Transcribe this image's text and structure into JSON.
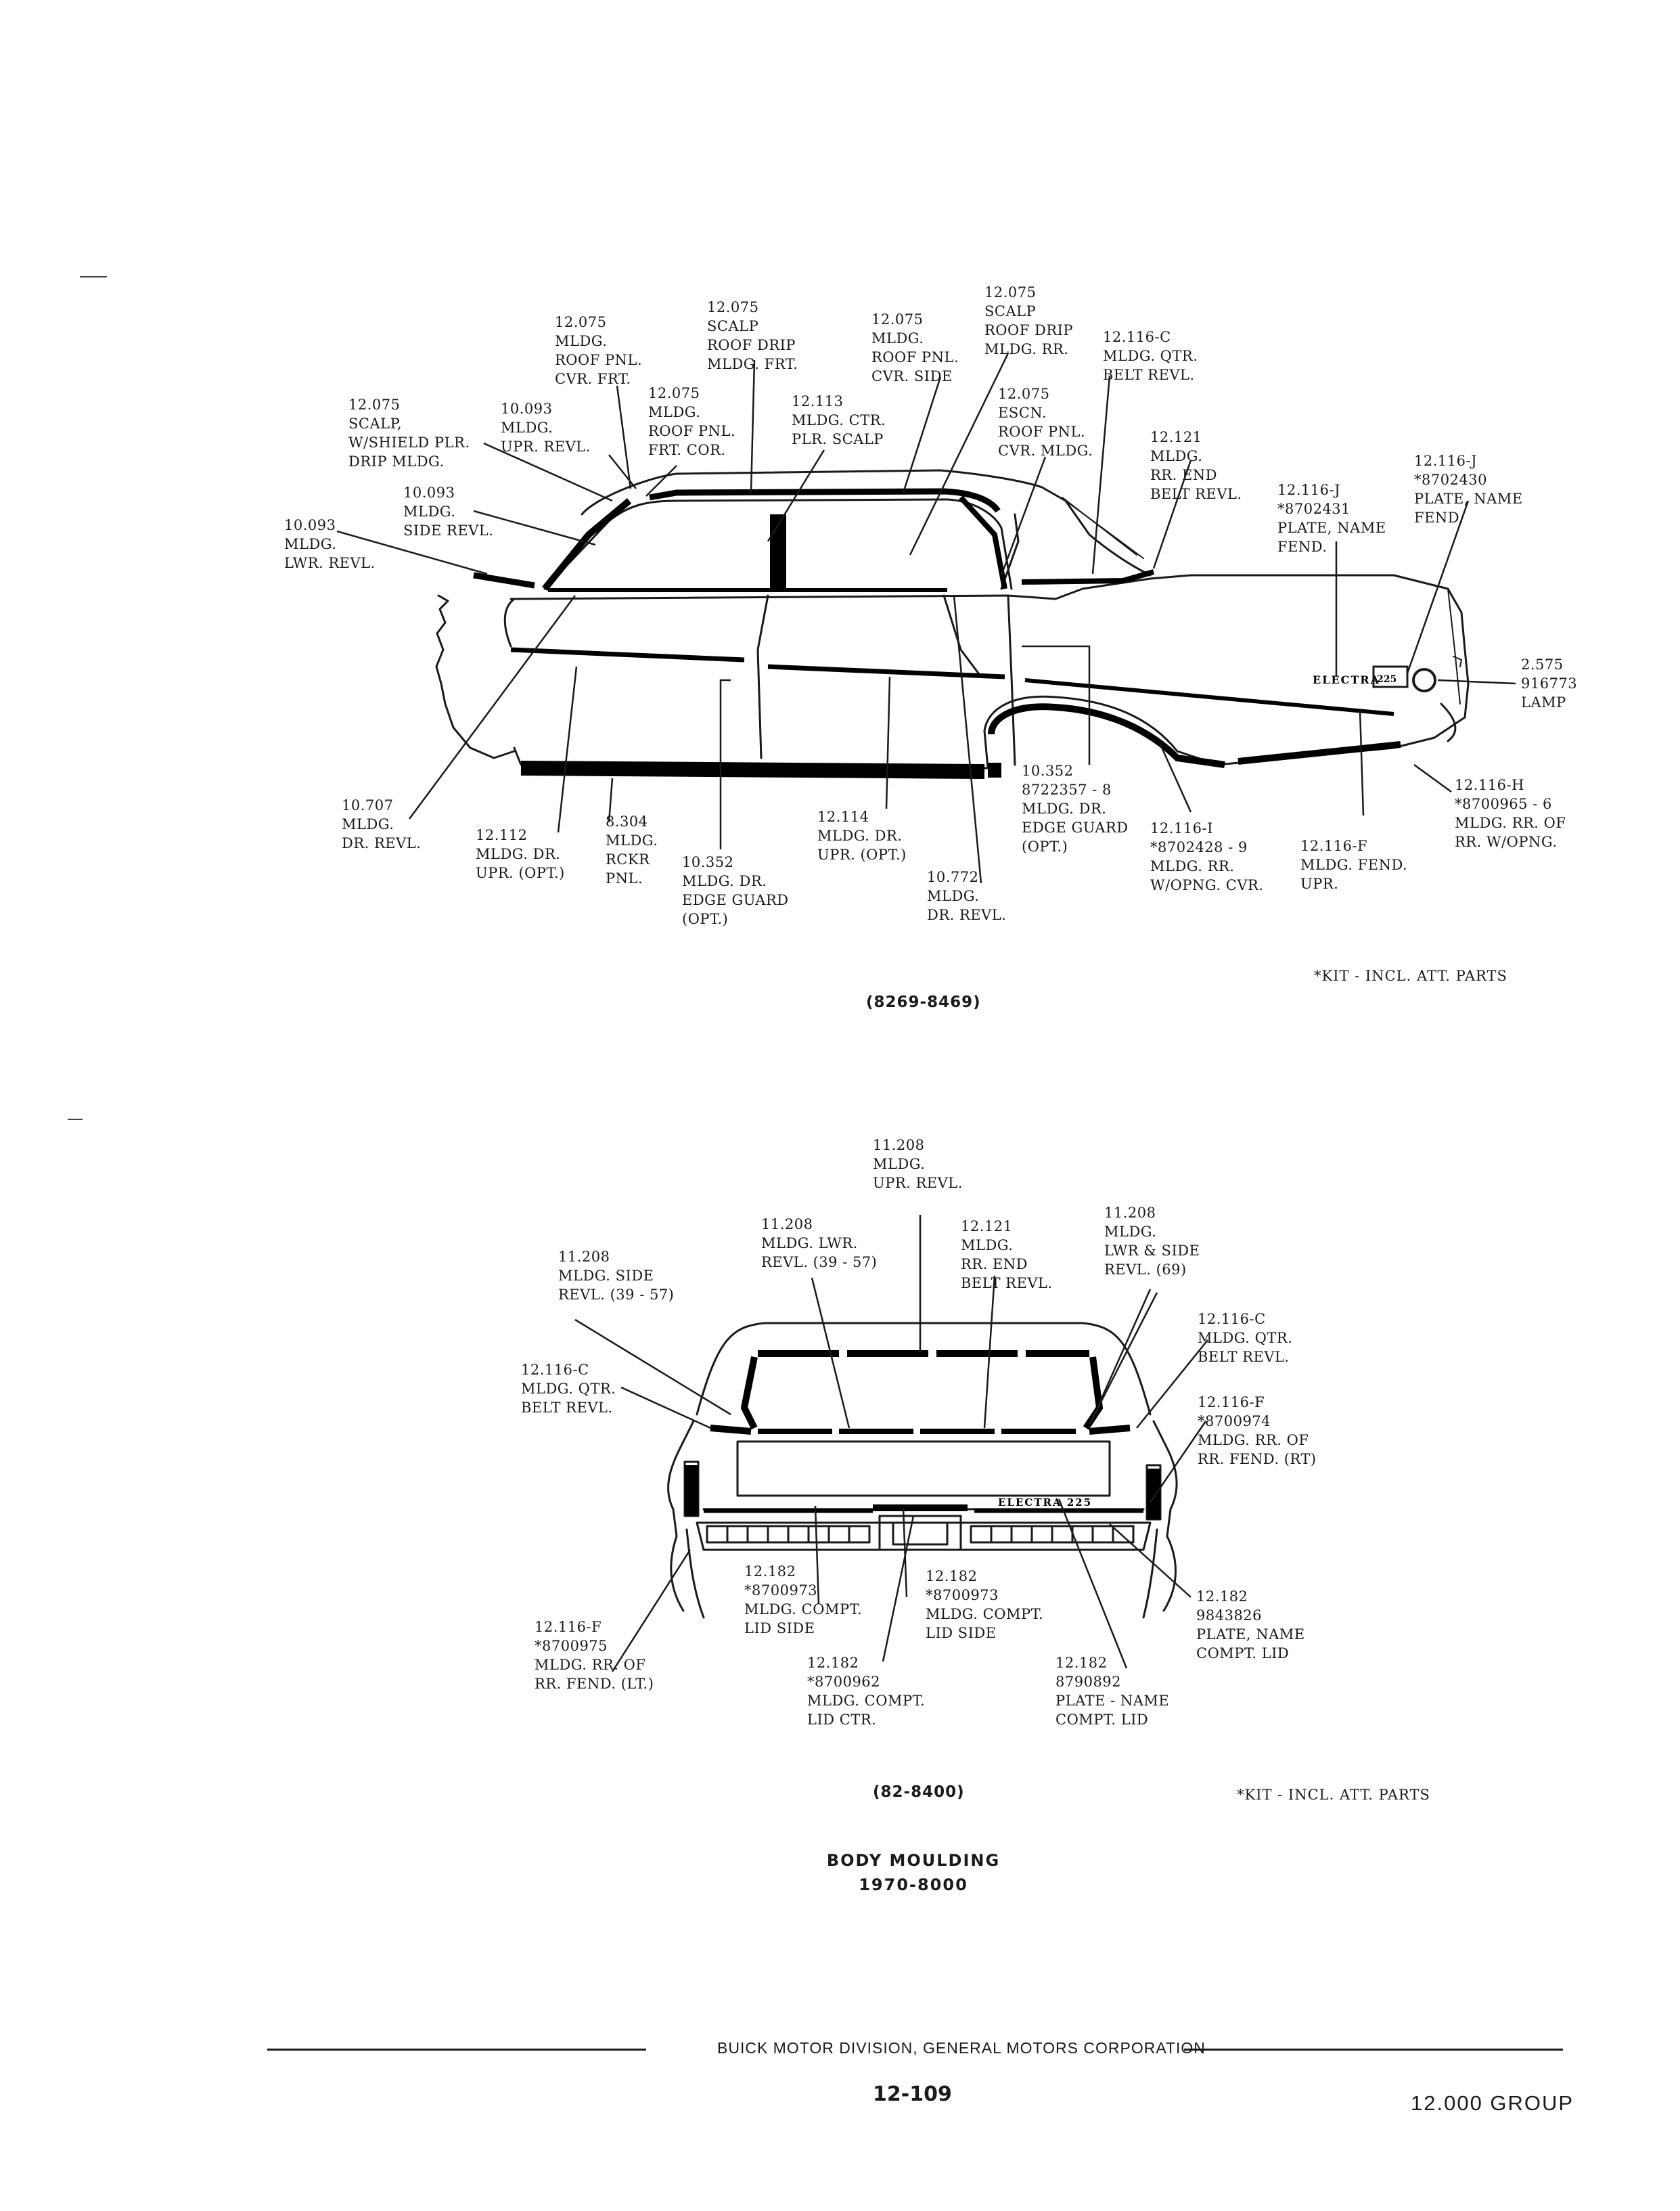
{
  "side_view": {
    "callouts": [
      {
        "id": "c1",
        "lines": [
          "12.075",
          "MLDG.",
          "ROOF PNL.",
          "CVR. FRT."
        ]
      },
      {
        "id": "c2",
        "lines": [
          "12.075",
          "SCALP",
          "ROOF DRIP",
          "MLDG. FRT."
        ]
      },
      {
        "id": "c3",
        "lines": [
          "12.075",
          "MLDG.",
          "ROOF PNL.",
          "CVR. SIDE"
        ]
      },
      {
        "id": "c4",
        "lines": [
          "12.075",
          "SCALP",
          "ROOF DRIP",
          "MLDG. RR."
        ]
      },
      {
        "id": "c5",
        "lines": [
          "12.116-C",
          "MLDG. QTR.",
          "BELT REVL."
        ]
      },
      {
        "id": "c6",
        "lines": [
          "12.075",
          "SCALP,",
          "W/SHIELD PLR.",
          "DRIP MLDG."
        ]
      },
      {
        "id": "c7",
        "lines": [
          "10.093",
          "MLDG.",
          "UPR. REVL."
        ]
      },
      {
        "id": "c8",
        "lines": [
          "12.075",
          "MLDG.",
          "ROOF PNL.",
          "FRT. COR."
        ]
      },
      {
        "id": "c9",
        "lines": [
          "12.113",
          "MLDG. CTR.",
          "PLR. SCALP"
        ]
      },
      {
        "id": "c10",
        "lines": [
          "12.075",
          "ESCN.",
          "ROOF PNL.",
          "CVR. MLDG."
        ]
      },
      {
        "id": "c11",
        "lines": [
          "12.121",
          "MLDG.",
          "RR. END",
          "BELT REVL."
        ]
      },
      {
        "id": "c12",
        "lines": [
          "12.116-J",
          "*8702431",
          "PLATE, NAME",
          "FEND."
        ]
      },
      {
        "id": "c13",
        "lines": [
          "12.116-J",
          "*8702430",
          "PLATE, NAME",
          "FEND."
        ]
      },
      {
        "id": "c14",
        "lines": [
          "10.093",
          "MLDG.",
          "SIDE REVL."
        ]
      },
      {
        "id": "c15",
        "lines": [
          "10.093",
          "MLDG.",
          "LWR. REVL."
        ]
      },
      {
        "id": "c16",
        "lines": [
          "2.575",
          "916773",
          "LAMP"
        ]
      },
      {
        "id": "c17",
        "lines": [
          "10.707",
          "MLDG.",
          "DR. REVL."
        ]
      },
      {
        "id": "c18",
        "lines": [
          "12.112",
          "MLDG. DR.",
          "UPR. (OPT.)"
        ]
      },
      {
        "id": "c19",
        "lines": [
          "8.304",
          "MLDG.",
          "RCKR",
          "PNL."
        ]
      },
      {
        "id": "c20",
        "lines": [
          "10.352",
          "MLDG. DR.",
          "EDGE GUARD",
          "(OPT.)"
        ]
      },
      {
        "id": "c21",
        "lines": [
          "12.114",
          "MLDG. DR.",
          "UPR. (OPT.)"
        ]
      },
      {
        "id": "c22",
        "lines": [
          "10.772",
          "MLDG.",
          "DR. REVL."
        ]
      },
      {
        "id": "c23",
        "lines": [
          "10.352",
          "8722357 - 8",
          "MLDG. DR.",
          "EDGE GUARD",
          "(OPT.)"
        ]
      },
      {
        "id": "c24",
        "lines": [
          "12.116-I",
          "*8702428 - 9",
          "MLDG. RR.",
          "W/OPNG. CVR."
        ]
      },
      {
        "id": "c25",
        "lines": [
          "12.116-F",
          "MLDG. FEND.",
          "UPR."
        ]
      },
      {
        "id": "c26",
        "lines": [
          "12.116-H",
          "*8700965 - 6",
          "MLDG. RR. OF",
          "RR. W/OPNG."
        ]
      }
    ],
    "nameplate": "ELECTRA 225",
    "kit_note": "*KIT - INCL. ATT. PARTS",
    "caption": "(8269-8469)"
  },
  "rear_view": {
    "callouts": [
      {
        "id": "r1",
        "lines": [
          "11.208",
          "MLDG.",
          "UPR. REVL."
        ]
      },
      {
        "id": "r2",
        "lines": [
          "11.208",
          "MLDG. LWR.",
          "REVL. (39 - 57)"
        ]
      },
      {
        "id": "r3",
        "lines": [
          "12.121",
          "MLDG.",
          "RR. END",
          "BELT REVL."
        ]
      },
      {
        "id": "r4",
        "lines": [
          "11.208",
          "MLDG.",
          "LWR & SIDE",
          "REVL. (69)"
        ]
      },
      {
        "id": "r5",
        "lines": [
          "11.208",
          "MLDG. SIDE",
          "REVL. (39 - 57)"
        ]
      },
      {
        "id": "r6",
        "lines": [
          "12.116-C",
          "MLDG. QTR.",
          "BELT REVL."
        ]
      },
      {
        "id": "r7",
        "lines": [
          "12.116-C",
          "MLDG. QTR.",
          "BELT REVL."
        ]
      },
      {
        "id": "r8",
        "lines": [
          "12.116-F",
          "*8700974",
          "MLDG. RR. OF",
          "RR. FEND. (RT)"
        ]
      },
      {
        "id": "r9",
        "lines": [
          "12.182",
          "*8700973",
          "MLDG. COMPT.",
          "LID SIDE"
        ]
      },
      {
        "id": "r10",
        "lines": [
          "12.182",
          "*8700973",
          "MLDG. COMPT.",
          "LID SIDE"
        ]
      },
      {
        "id": "r11",
        "lines": [
          "12.182",
          "9843826",
          "PLATE, NAME",
          "COMPT. LID"
        ]
      },
      {
        "id": "r12",
        "lines": [
          "12.116-F",
          "*8700975",
          "MLDG. RR. OF",
          "RR. FEND. (LT.)"
        ]
      },
      {
        "id": "r13",
        "lines": [
          "12.182",
          "*8700962",
          "MLDG. COMPT.",
          "LID CTR."
        ]
      },
      {
        "id": "r14",
        "lines": [
          "12.182",
          "8790892",
          "PLATE - NAME",
          "COMPT. LID"
        ]
      }
    ],
    "nameplate": "ELECTRA 225",
    "kit_note": "*KIT - INCL. ATT. PARTS",
    "caption": "(82-8400)"
  },
  "title": {
    "line1": "BODY MOULDING",
    "line2": "1970-8000"
  },
  "footer": {
    "division": "BUICK MOTOR DIVISION, GENERAL MOTORS CORPORATION",
    "page_number": "12-109",
    "group": "12.000 GROUP"
  }
}
